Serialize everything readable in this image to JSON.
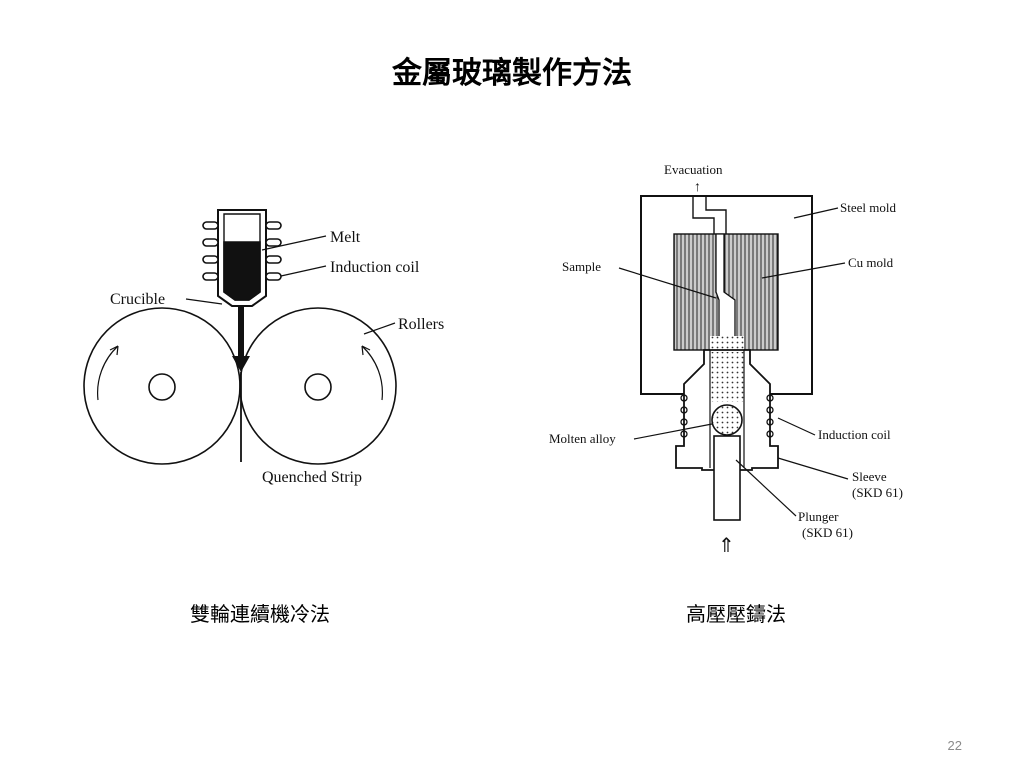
{
  "slide": {
    "title": "金屬玻璃製作方法",
    "page_number": "22"
  },
  "twin_roller": {
    "caption": "雙輪連續機冷法",
    "labels": {
      "melt": "Melt",
      "induction_coil": "Induction coil",
      "crucible": "Crucible",
      "rollers": "Rollers",
      "quenched_strip": "Quenched Strip"
    }
  },
  "die_casting": {
    "caption": "高壓壓鑄法",
    "labels": {
      "evacuation": "Evacuation",
      "steel_mold": "Steel mold",
      "cu_mold": "Cu mold",
      "sample": "Sample",
      "molten_alloy": "Molten alloy",
      "induction_coil": "Induction coil",
      "sleeve": "Sleeve",
      "sleeve_material": "(SKD 61)",
      "plunger": "Plunger",
      "plunger_material": "(SKD 61)",
      "push_arrow": "⇑",
      "up_arrow": "↑"
    }
  }
}
